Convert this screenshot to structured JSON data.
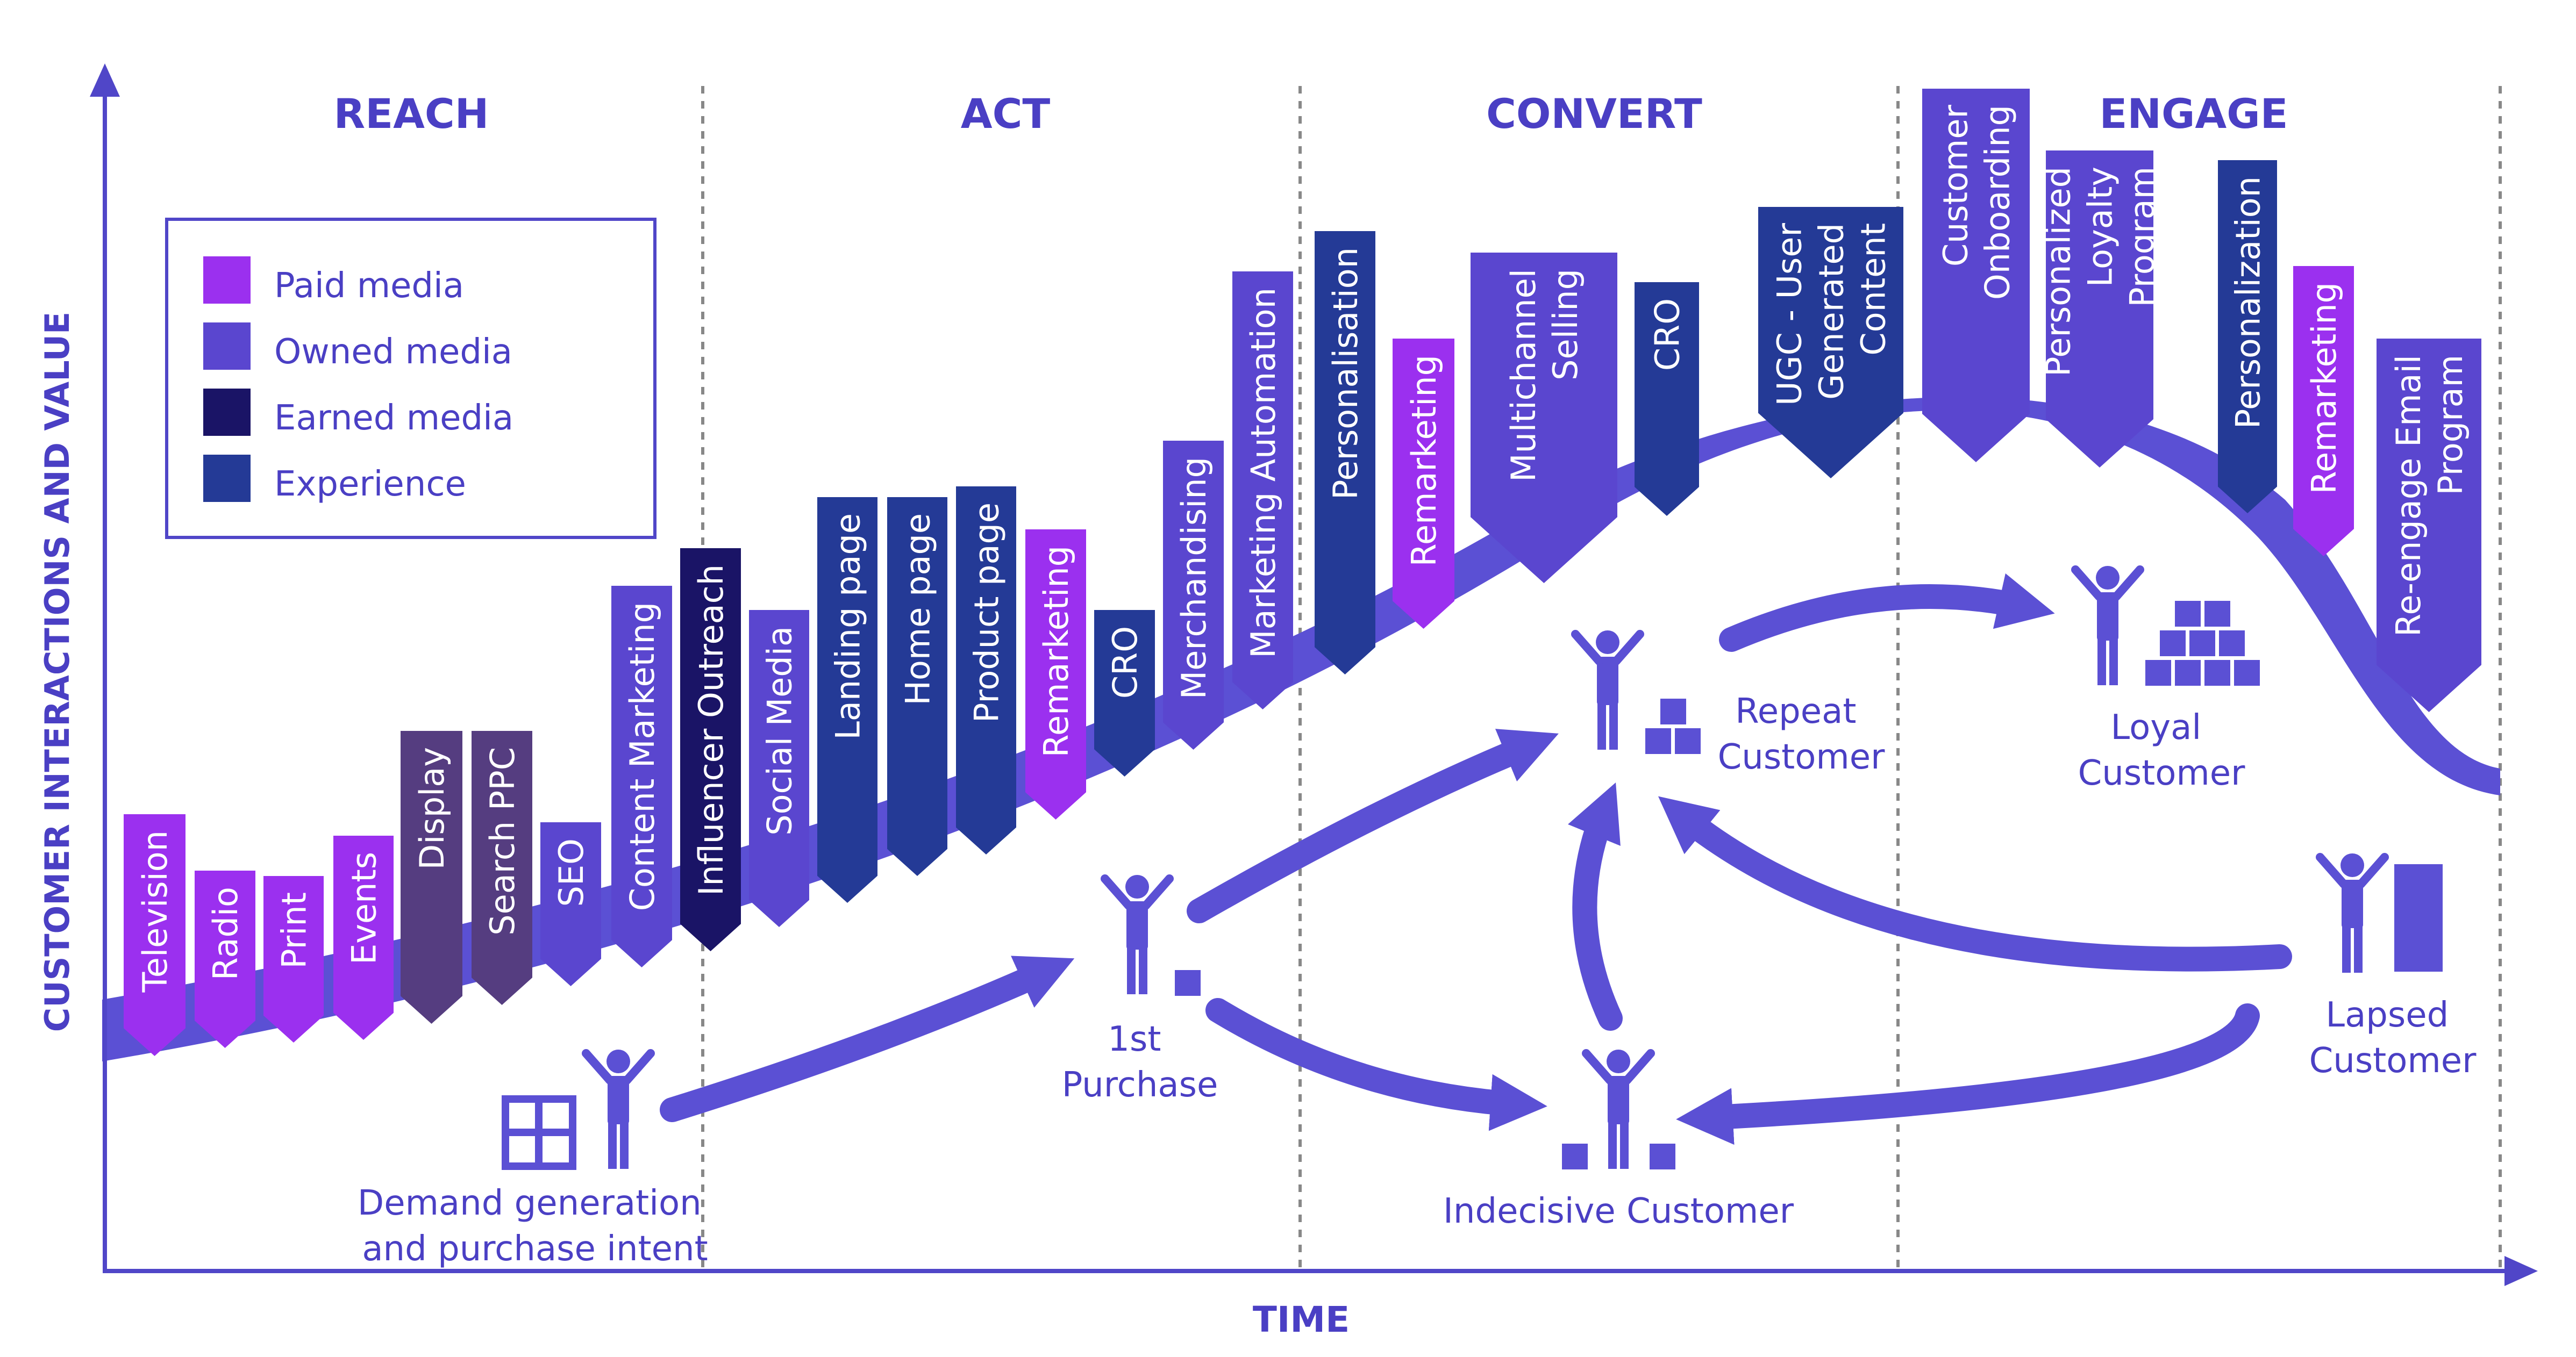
{
  "axes": {
    "y_label": "CUSTOMER INTERACTIONS AND VALUE",
    "x_label": "TIME"
  },
  "stages": [
    "REACH",
    "ACT",
    "CONVERT",
    "ENGAGE"
  ],
  "legend": [
    {
      "label": "Paid media",
      "color": "#9b30ef"
    },
    {
      "label": "Owned media",
      "color": "#5a46cf"
    },
    {
      "label": "Earned media",
      "color": "#1a1466"
    },
    {
      "label": "Experience",
      "color": "#243a96"
    }
  ],
  "touchpoints": [
    {
      "label": "Television",
      "type": "paid"
    },
    {
      "label": "Radio",
      "type": "paid"
    },
    {
      "label": "Print",
      "type": "paid"
    },
    {
      "label": "Events",
      "type": "paid"
    },
    {
      "label": "Display",
      "type": "display"
    },
    {
      "label": "Search PPC",
      "type": "display"
    },
    {
      "label": "SEO",
      "type": "owned"
    },
    {
      "label": "Content Marketing",
      "type": "owned"
    },
    {
      "label": "Influencer Outreach",
      "type": "earned"
    },
    {
      "label": "Social Media",
      "type": "owned"
    },
    {
      "label": "Landing page",
      "type": "experience"
    },
    {
      "label": "Home page",
      "type": "experience"
    },
    {
      "label": "Product page",
      "type": "experience"
    },
    {
      "label": "Remarketing",
      "type": "paid"
    },
    {
      "label": "CRO",
      "type": "experience"
    },
    {
      "label": "Merchandising",
      "type": "owned"
    },
    {
      "label": "Marketing Automation",
      "type": "owned"
    },
    {
      "label": "Personalisation",
      "type": "experience"
    },
    {
      "label": "Remarketing",
      "type": "paid"
    },
    {
      "label": "Multichannel|Selling",
      "type": "owned"
    },
    {
      "label": "CRO",
      "type": "experience"
    },
    {
      "label": "UGC - User|Generated|Content",
      "type": "experience"
    },
    {
      "label": "Customer|Onboarding",
      "type": "owned"
    },
    {
      "label": "Personalized|Loyalty|Program",
      "type": "owned"
    },
    {
      "label": "Personalization",
      "type": "experience"
    },
    {
      "label": "Remarketing",
      "type": "paid"
    },
    {
      "label": "Re-engage Email|Program",
      "type": "owned"
    }
  ],
  "personas": {
    "demand": "Demand generation|and purchase intent",
    "first": "1st|Purchase",
    "repeat": "Repeat|Customer",
    "loyal": "Loyal|Customer",
    "indecisive": "Indecisive Customer",
    "lapsed": "Lapsed|Customer"
  },
  "colors": {
    "paid": "#9b30ef",
    "owned": "#5a46cf",
    "earned": "#1a1466",
    "experience": "#243a96",
    "display": "#553d80",
    "curve": "#5b50d4",
    "axis": "#5046c8",
    "text": "#4a3fc4",
    "divider": "#888888"
  }
}
